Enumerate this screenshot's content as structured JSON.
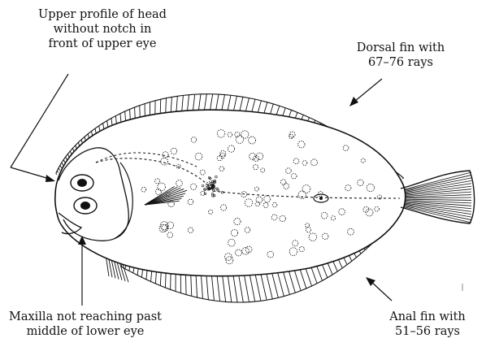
{
  "labels": {
    "head_profile": [
      "Upper profile of head",
      "without notch in",
      "front of upper eye"
    ],
    "dorsal_fin": [
      "Dorsal fin with",
      "67–76 rays"
    ],
    "maxilla": [
      "Maxilla not reaching past",
      "middle of lower eye"
    ],
    "anal_fin": [
      "Anal fin with",
      "51–56 rays"
    ]
  },
  "corner_text": "",
  "colors": {
    "ink": "#111111",
    "background": "#ffffff"
  }
}
